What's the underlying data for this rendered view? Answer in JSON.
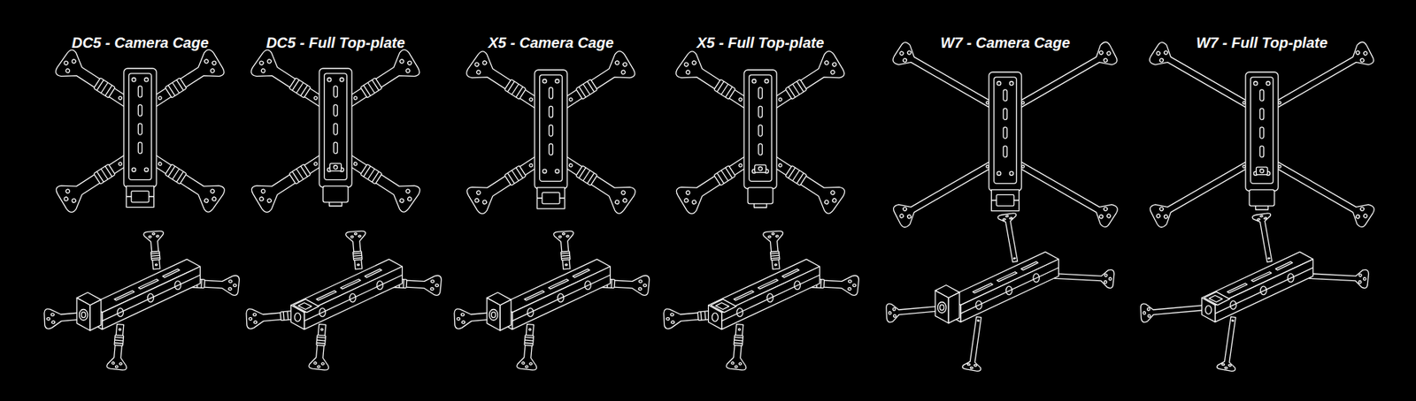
{
  "diagram": {
    "labels": [
      "DC5 - Camera Cage",
      "DC5 - Full Top-plate",
      "X5 - Camera Cage",
      "X5 - Full Top-plate",
      "W7 - Camera Cage",
      "W7 - Full Top-plate"
    ]
  }
}
